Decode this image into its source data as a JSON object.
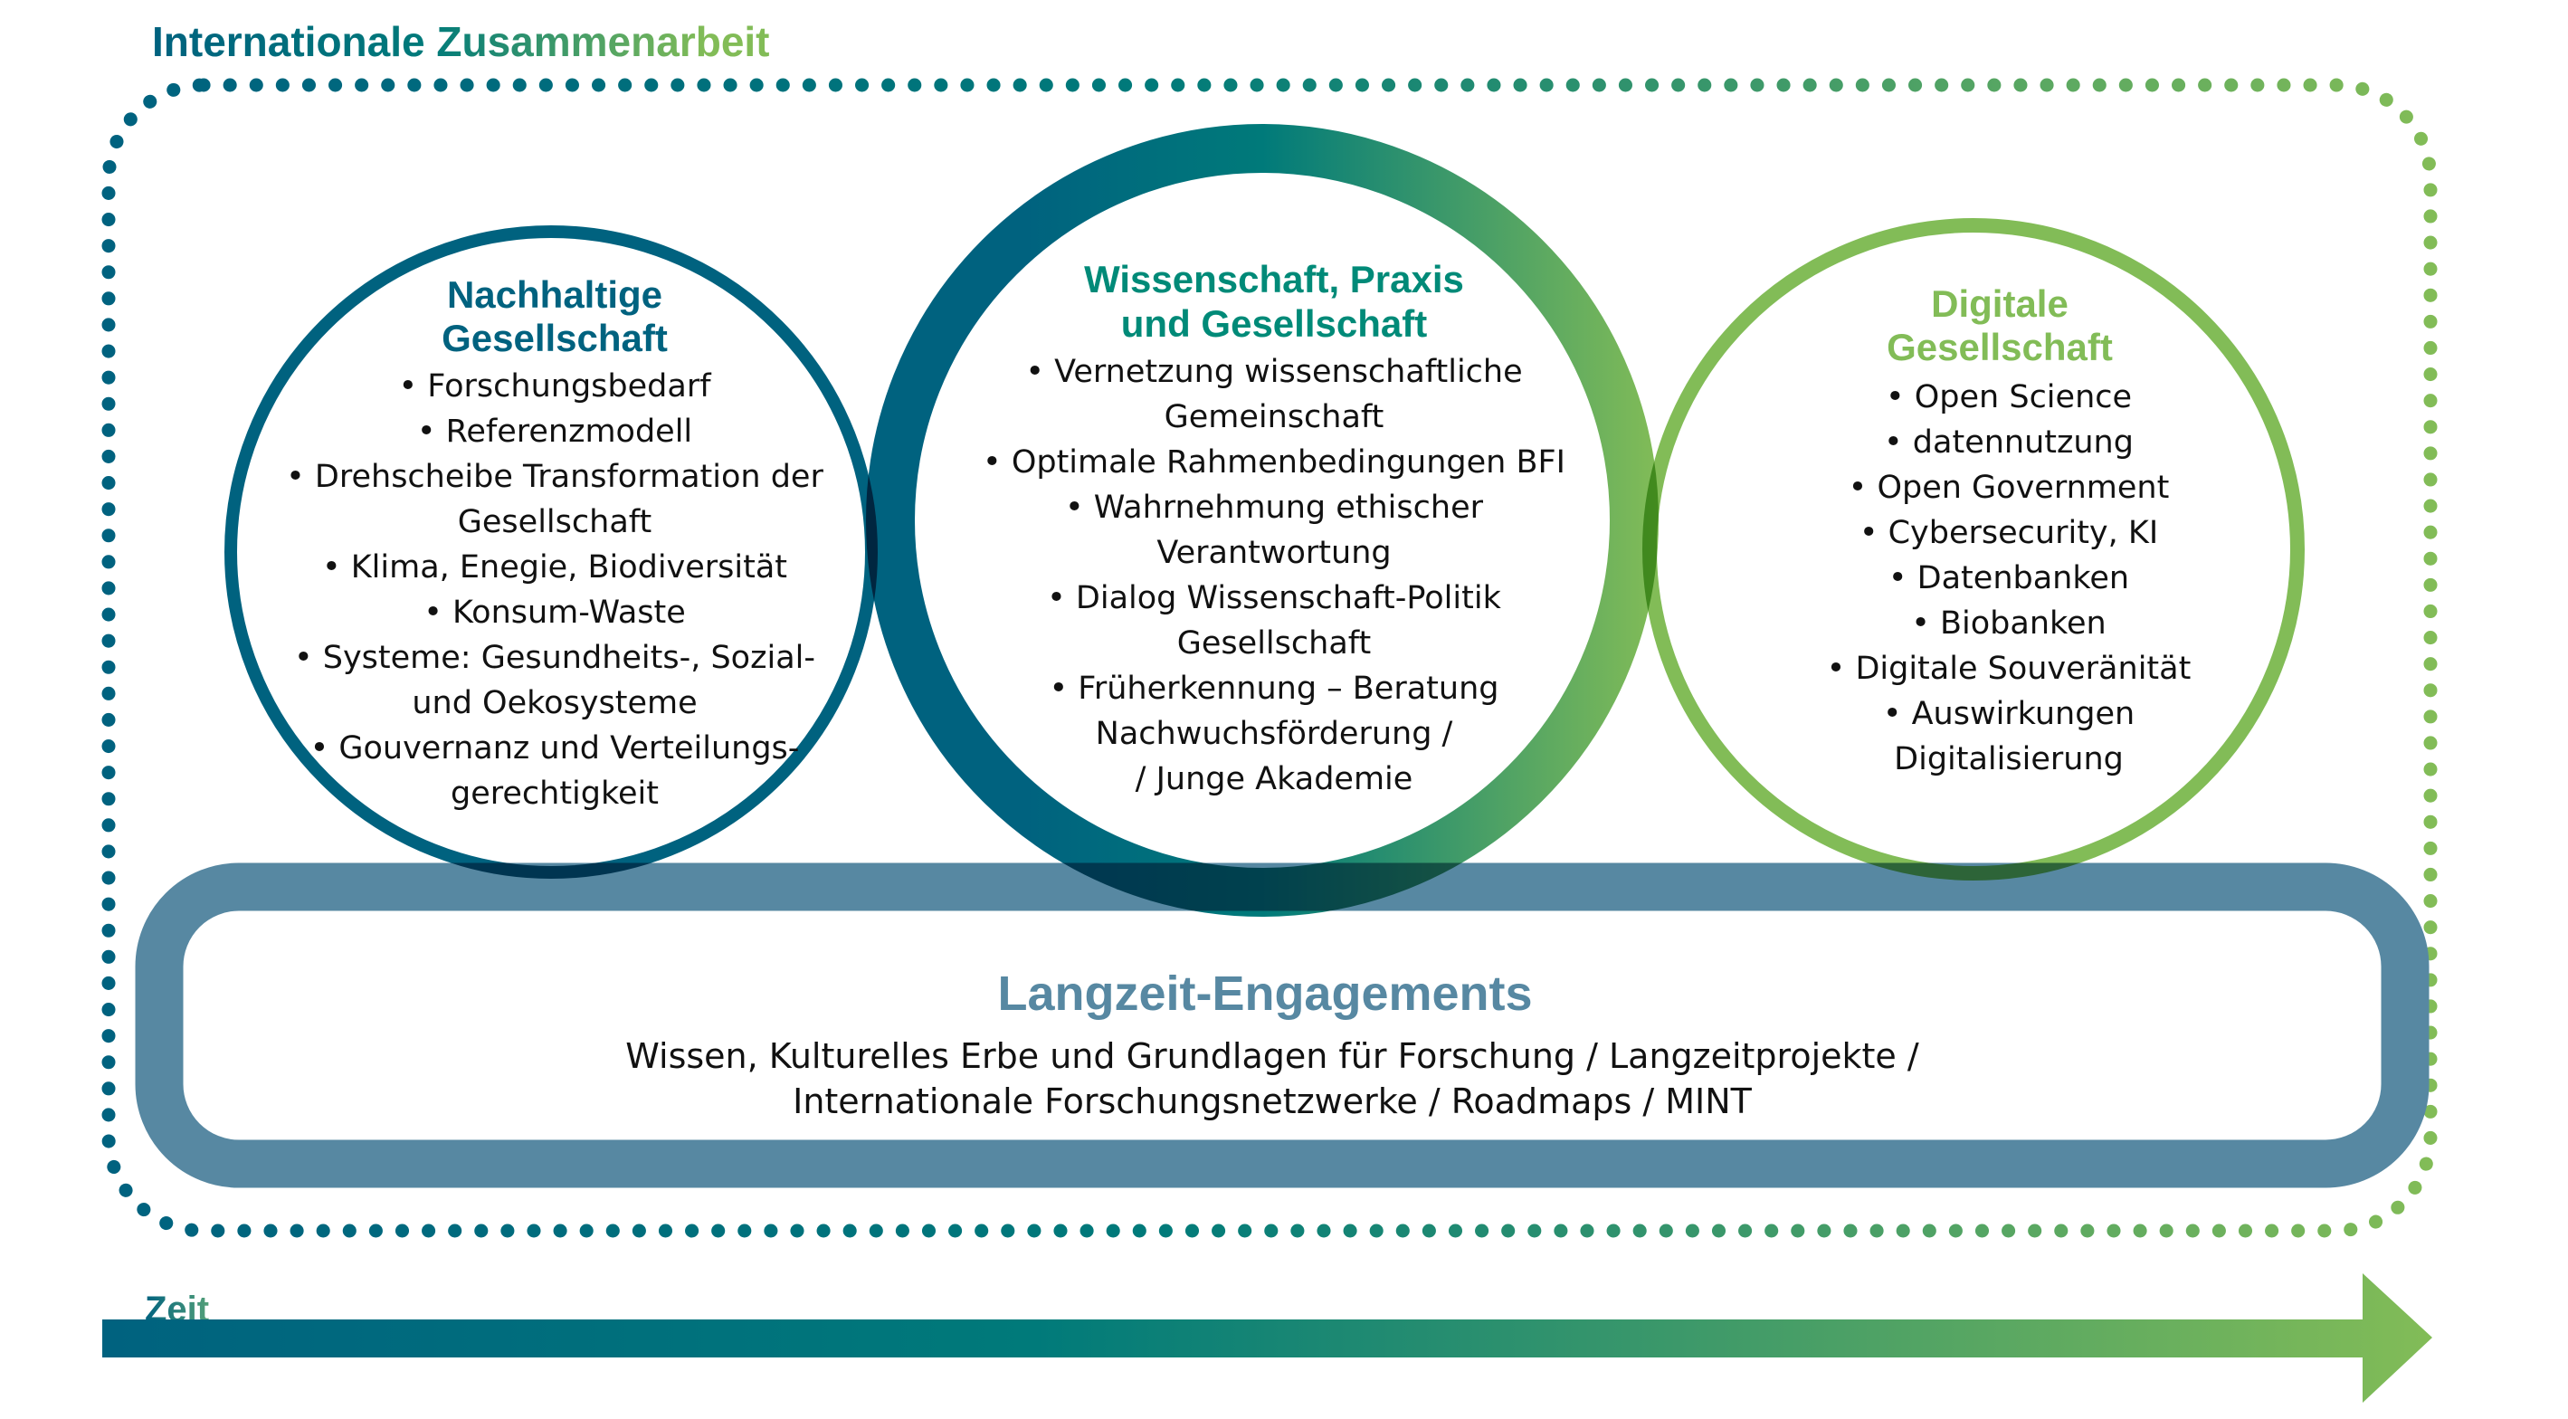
{
  "diagram": {
    "top_label": "Internationale Zusammenarbeit",
    "time_label": "Zeit",
    "colors": {
      "dark_blue": "#00627F",
      "teal": "#007A7A",
      "green": "#82BC57",
      "band": "#5788A2",
      "heading_teal": "#008A78",
      "text": "#111111"
    },
    "circles": [
      {
        "id": "nachhaltige-gesellschaft",
        "heading": [
          "Nachhaltige",
          "Gesellschaft"
        ],
        "lines": [
          "• Forschungsbedarf",
          "• Referenzmodell",
          "• Drehscheibe Transformation der",
          "Gesellschaft",
          "• Klima, Enegie, Biodiversität",
          "• Konsum-Waste",
          "• Systeme: Gesundheits-, Sozial-",
          "und Oekosysteme",
          "• Gouvernanz und Verteilungs-",
          "gerechtigkeit"
        ]
      },
      {
        "id": "wissenschaft-praxis-gesellschaft",
        "heading": [
          "Wissenschaft, Praxis",
          "und Gesellschaft"
        ],
        "lines": [
          "• Vernetzung wissenschaftliche",
          "Gemeinschaft",
          "• Optimale Rahmenbedingungen BFI",
          "• Wahrnehmung ethischer",
          "Verantwortung",
          "• Dialog Wissenschaft-Politik",
          "Gesellschaft",
          "• Früherkennung – Beratung",
          "Nachwuchsförderung /",
          "/ Junge Akademie"
        ]
      },
      {
        "id": "digitale-gesellschaft",
        "heading": [
          "Digitale",
          "Gesellschaft"
        ],
        "lines": [
          "• Open Science",
          "• datennutzung",
          "• Open Government",
          "• Cybersecurity, KI",
          "• Datenbanken",
          "• Biobanken",
          "• Digitale Souveränität",
          "• Auswirkungen",
          "Digitalisierung"
        ]
      }
    ],
    "band": {
      "title": "Langzeit-Engagements",
      "lines": [
        "Wissen, Kulturelles Erbe und Grundlagen für Forschung / Langzeitprojekte /",
        "Internationale Forschungsnetzwerke / Roadmaps / MINT"
      ]
    }
  }
}
